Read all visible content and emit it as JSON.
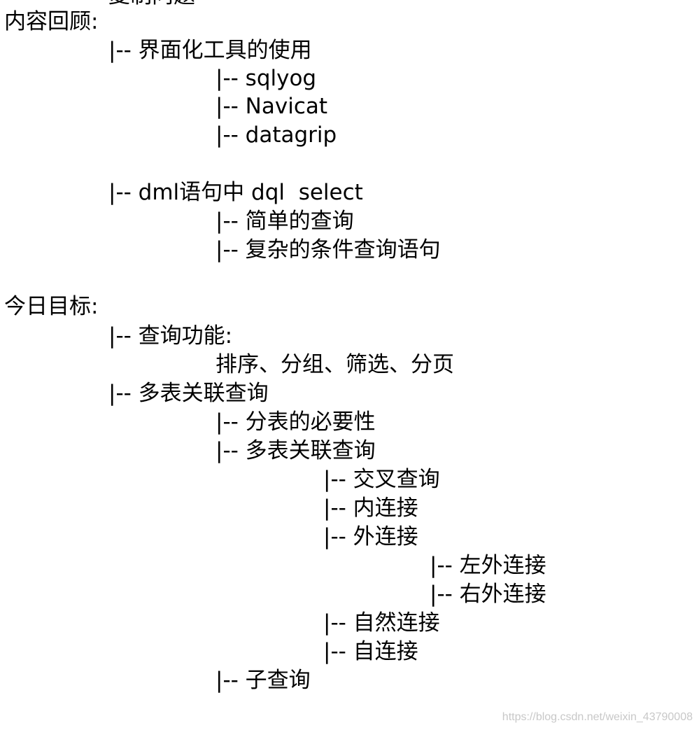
{
  "document": {
    "top_cut_text": "复制问题",
    "lines": [
      {
        "text": "内容回顾:"
      },
      {
        "text": "|-- 界面化工具的使用"
      },
      {
        "text": "|-- sqlyog"
      },
      {
        "text": "|-- Navicat"
      },
      {
        "text": "|-- datagrip"
      },
      {
        "text": "|-- dml语句中 dql  select"
      },
      {
        "text": "|-- 简单的查询"
      },
      {
        "text": "|-- 复杂的条件查询语句"
      },
      {
        "text": "今日目标:"
      },
      {
        "text": "|-- 查询功能:"
      },
      {
        "text": "排序、分组、筛选、分页"
      },
      {
        "text": "|-- 多表关联查询"
      },
      {
        "text": "|-- 分表的必要性"
      },
      {
        "text": "|-- 多表关联查询"
      },
      {
        "text": "|-- 交叉查询"
      },
      {
        "text": "|-- 内连接"
      },
      {
        "text": "|-- 外连接"
      },
      {
        "text": "|-- 左外连接"
      },
      {
        "text": "|-- 右外连接"
      },
      {
        "text": "|-- 自然连接"
      },
      {
        "text": "|-- 自连接"
      },
      {
        "text": "|-- 子查询"
      }
    ],
    "watermark": "https://blog.csdn.net/weixin_43790008"
  }
}
